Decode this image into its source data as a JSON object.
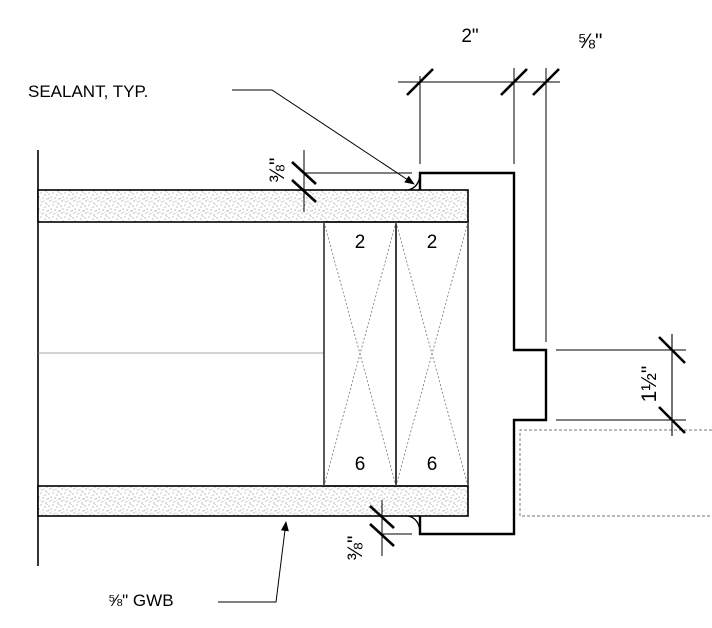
{
  "annotations": {
    "sealant": "SEALANT, TYP.",
    "gwb": "⅝\" GWB"
  },
  "dimensions": {
    "width_2": "2\"",
    "width_5_8": "⅝\"",
    "gap_top_3_8": "⅜\"",
    "gap_bottom_3_8": "⅜\"",
    "depth_1_1_2": "1½\""
  },
  "studs": {
    "top_left": "2",
    "top_right": "2",
    "bottom_left": "6",
    "bottom_right": "6"
  },
  "colors": {
    "line": "#000000",
    "hatch": "#555555"
  }
}
